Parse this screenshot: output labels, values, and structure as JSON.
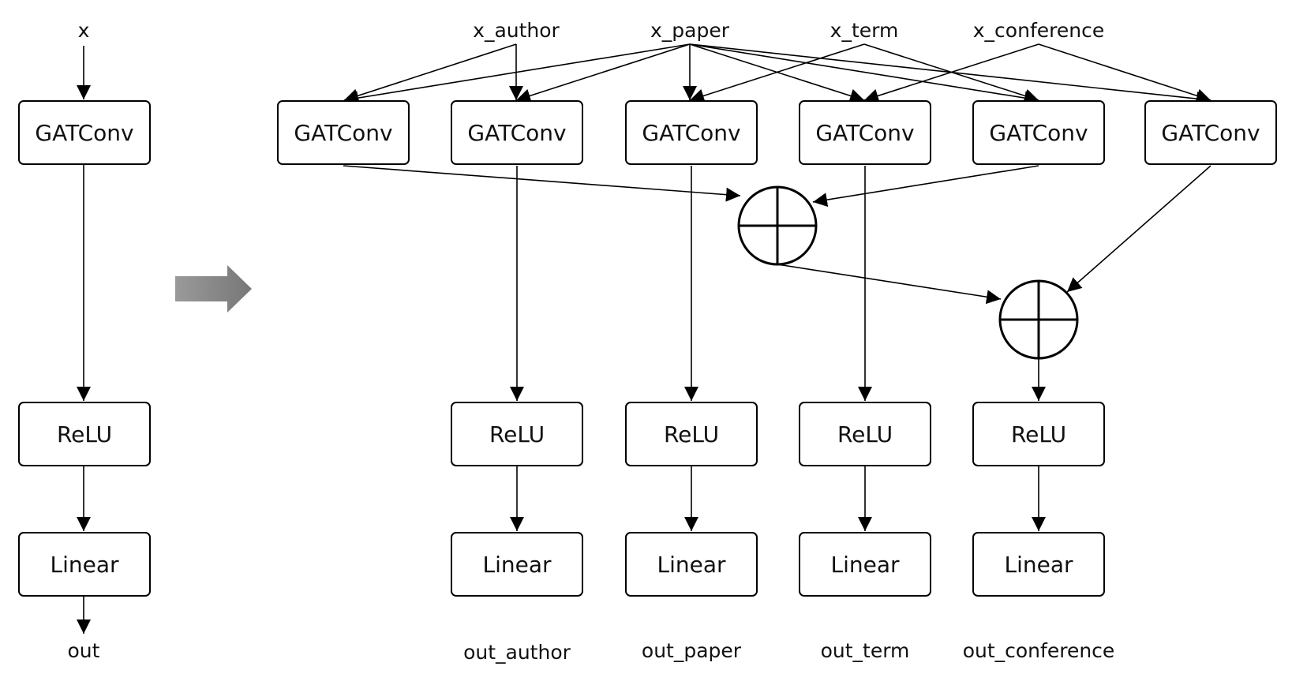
{
  "left_model": {
    "input": "x",
    "layers": [
      "GATConv",
      "ReLU",
      "Linear"
    ],
    "output": "out"
  },
  "hetero_model": {
    "inputs": [
      "x_author",
      "x_paper",
      "x_term",
      "x_conference"
    ],
    "gatconv_label": "GATConv",
    "relu_label": "ReLU",
    "linear_label": "Linear",
    "outputs": [
      "out_author",
      "out_paper",
      "out_term",
      "out_conference"
    ]
  },
  "colors": {
    "stroke": "#000000",
    "text": "#111111",
    "transform_arrow": "#8a8a8a"
  },
  "icons": {
    "transform": "right-arrow-icon",
    "aggregation": "sum-circle-icon"
  }
}
